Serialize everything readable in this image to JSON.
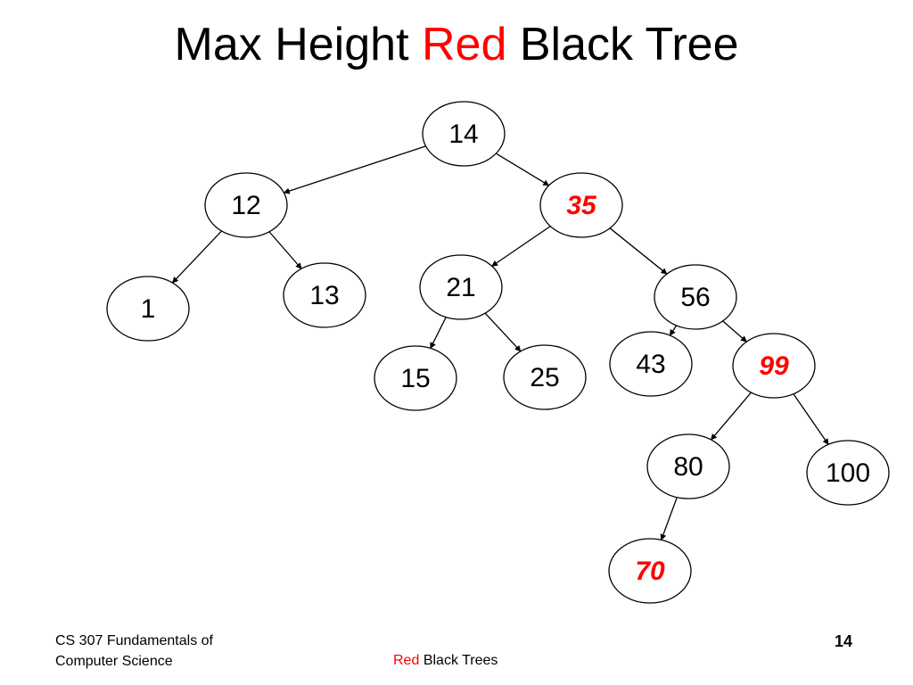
{
  "title": {
    "prefix": "Max Height",
    "highlight": "Red",
    "suffix": "Black Tree"
  },
  "tree": {
    "nodes": [
      {
        "id": "n14",
        "label": "14",
        "color": "black"
      },
      {
        "id": "n12",
        "label": "12",
        "color": "black"
      },
      {
        "id": "n35",
        "label": "35",
        "color": "red"
      },
      {
        "id": "n1",
        "label": "1",
        "color": "black"
      },
      {
        "id": "n13",
        "label": "13",
        "color": "black"
      },
      {
        "id": "n21",
        "label": "21",
        "color": "black"
      },
      {
        "id": "n56",
        "label": "56",
        "color": "black"
      },
      {
        "id": "n15",
        "label": "15",
        "color": "black"
      },
      {
        "id": "n25",
        "label": "25",
        "color": "black"
      },
      {
        "id": "n43",
        "label": "43",
        "color": "black"
      },
      {
        "id": "n99",
        "label": "99",
        "color": "red"
      },
      {
        "id": "n80",
        "label": "80",
        "color": "black"
      },
      {
        "id": "n100",
        "label": "100",
        "color": "black"
      },
      {
        "id": "n70",
        "label": "70",
        "color": "red"
      }
    ],
    "edges": [
      [
        "n14",
        "n12"
      ],
      [
        "n14",
        "n35"
      ],
      [
        "n12",
        "n1"
      ],
      [
        "n12",
        "n13"
      ],
      [
        "n35",
        "n21"
      ],
      [
        "n35",
        "n56"
      ],
      [
        "n21",
        "n15"
      ],
      [
        "n21",
        "n25"
      ],
      [
        "n56",
        "n43"
      ],
      [
        "n56",
        "n99"
      ],
      [
        "n99",
        "n80"
      ],
      [
        "n99",
        "n100"
      ],
      [
        "n80",
        "n70"
      ]
    ]
  },
  "colors": {
    "red": "#ff0000",
    "black": "#000000"
  },
  "footer": {
    "course_line1": "CS 307 Fundamentals of",
    "course_line2": "Computer Science",
    "center_highlight": "Red",
    "center_rest": "Black Trees",
    "page_number": "14"
  }
}
